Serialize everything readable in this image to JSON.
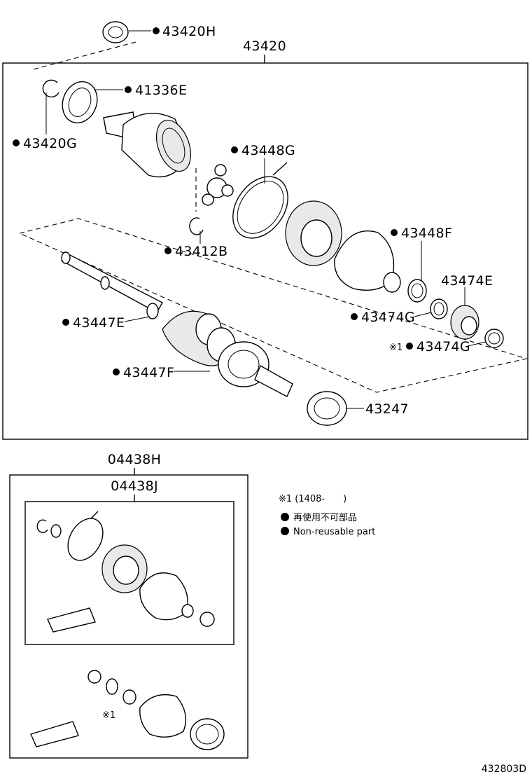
{
  "diagram": {
    "top_assembly_label": "43420",
    "kit_outer_label": "04438H",
    "kit_inner_label": "04438J",
    "parts": [
      {
        "code": "43420H",
        "nonreusable": true,
        "note": ""
      },
      {
        "code": "41336E",
        "nonreusable": true,
        "note": ""
      },
      {
        "code": "43420G",
        "nonreusable": true,
        "note": ""
      },
      {
        "code": "43448G",
        "nonreusable": true,
        "note": ""
      },
      {
        "code": "43412B",
        "nonreusable": true,
        "note": ""
      },
      {
        "code": "43448F",
        "nonreusable": true,
        "note": ""
      },
      {
        "code": "43474E",
        "nonreusable": false,
        "note": ""
      },
      {
        "code": "43474G",
        "nonreusable": true,
        "note": ""
      },
      {
        "code": "43474G",
        "nonreusable": true,
        "note": "※1"
      },
      {
        "code": "43447E",
        "nonreusable": true,
        "note": ""
      },
      {
        "code": "43447F",
        "nonreusable": true,
        "note": ""
      },
      {
        "code": "43247",
        "nonreusable": false,
        "note": ""
      }
    ],
    "kit_note_mark": "※1"
  },
  "legend": {
    "note1": "※1 (1408-　　)",
    "nonreusable_jp": "再使用不可部品",
    "nonreusable_en": "Non-reusable part"
  },
  "footer": {
    "drawing_id": "432803D"
  }
}
